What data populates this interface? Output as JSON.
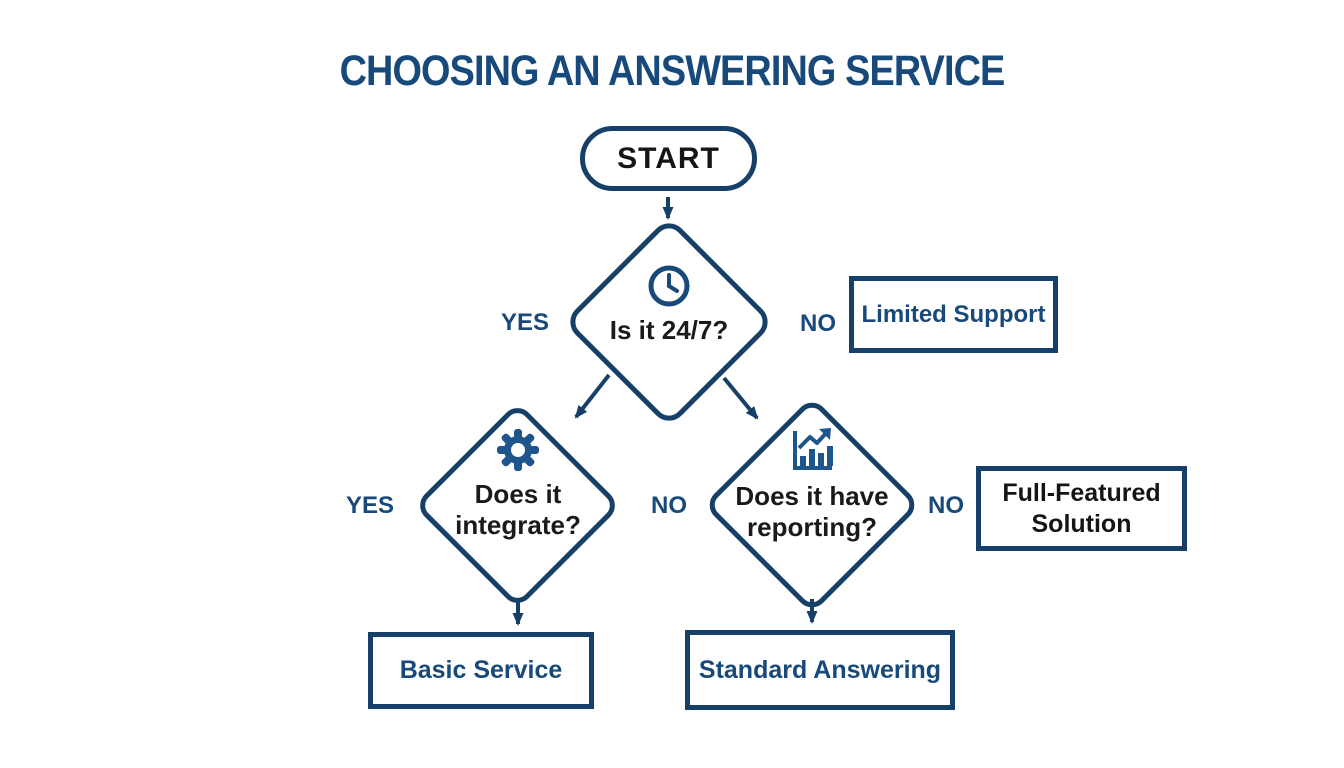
{
  "title": "CHOOSING AN ANSWERING SERVICE",
  "colors": {
    "primary": "#17497B",
    "line": "#164068",
    "icon": "#1D558C",
    "ink": "#1A1A1A",
    "bg": "#FFFFFF"
  },
  "nodes": {
    "start": {
      "label": "START"
    },
    "q_247": {
      "question": "Is it 24/7?",
      "icon": "clock-icon"
    },
    "q_integrate": {
      "line1": "Does it",
      "line2": "integrate?",
      "icon": "gear-icon"
    },
    "q_reporting": {
      "line1": "Does it have",
      "line2": "reporting?",
      "icon": "bar-chart-icon"
    },
    "limited_support": {
      "label": "Limited Support"
    },
    "full_featured": {
      "line1": "Full-Featured",
      "line2": "Solution"
    },
    "basic_service": {
      "label": "Basic Service"
    },
    "standard_answering": {
      "label": "Standard Answering"
    }
  },
  "edge_labels": {
    "q247_yes": "YES",
    "q247_no": "NO",
    "integrate_yes": "YES",
    "integrate_no": "NO",
    "reporting_no": "NO"
  }
}
